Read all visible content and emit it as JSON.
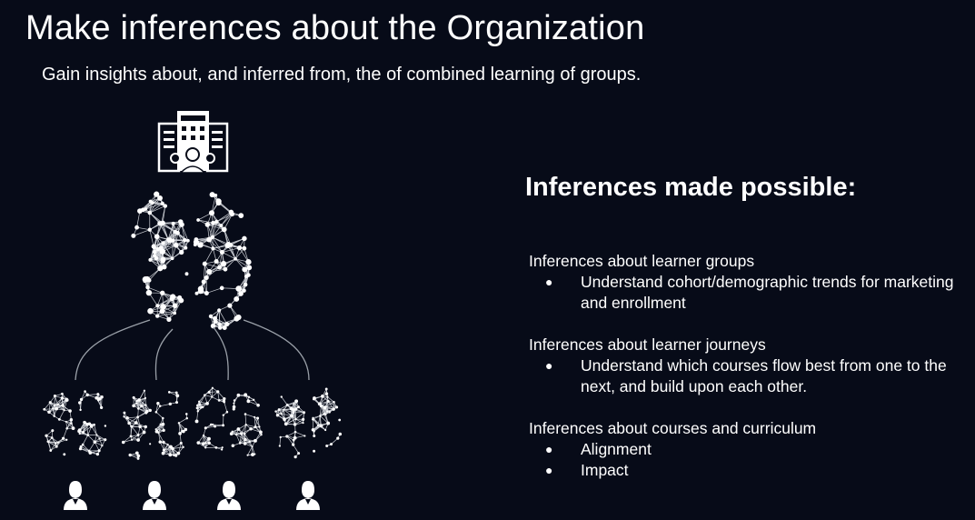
{
  "header": {
    "title": "Make inferences about the Organization",
    "subtitle": "Gain insights about, and inferred from, the of combined learning of groups."
  },
  "diagram": {
    "top_icon": "organization-building-people-icon",
    "central_brain_icon": "network-brain-icon",
    "individual_brains": 4,
    "person_icon": "person-icon"
  },
  "inferences": {
    "heading": "Inferences made possible:",
    "groups": [
      {
        "label": "Inferences about learner groups",
        "bullets": [
          "Understand cohort/demographic trends for marketing and enrollment"
        ]
      },
      {
        "label": "Inferences about learner journeys",
        "bullets": [
          "Understand which courses flow best from one to the next, and build upon each other."
        ]
      },
      {
        "label": "Inferences about courses and curriculum",
        "bullets": [
          "Alignment",
          "Impact"
        ]
      }
    ],
    "bullet_glyph": "●"
  }
}
